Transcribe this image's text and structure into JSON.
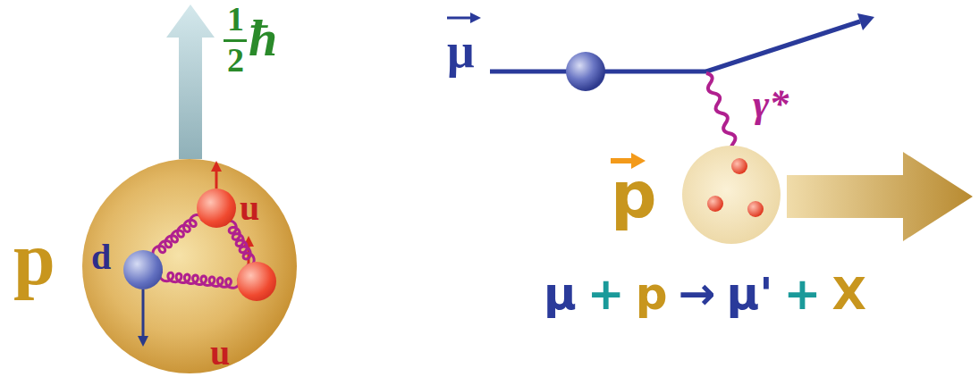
{
  "diagram": {
    "nodes": [
      {
        "text": [
          "p"
        ]
      },
      {
        "text": [
          "u"
        ],
        "in": 0
      },
      {
        "text": [
          "d"
        ],
        "in": 0
      },
      {
        "text": [
          "u"
        ],
        "in": 0
      }
    ],
    "edges": [
      {
        "from": 1,
        "to": 2,
        "arrow": "none"
      },
      {
        "from": 2,
        "to": 3,
        "arrow": "none"
      },
      {
        "from": 3,
        "to": 1,
        "arrow": "none"
      }
    ],
    "labels": [
      "1",
      "2",
      "ħ",
      "μ",
      "γ*",
      "p",
      "μ",
      "+",
      "p",
      "→",
      "μ'",
      "+",
      "X"
    ]
  }
}
